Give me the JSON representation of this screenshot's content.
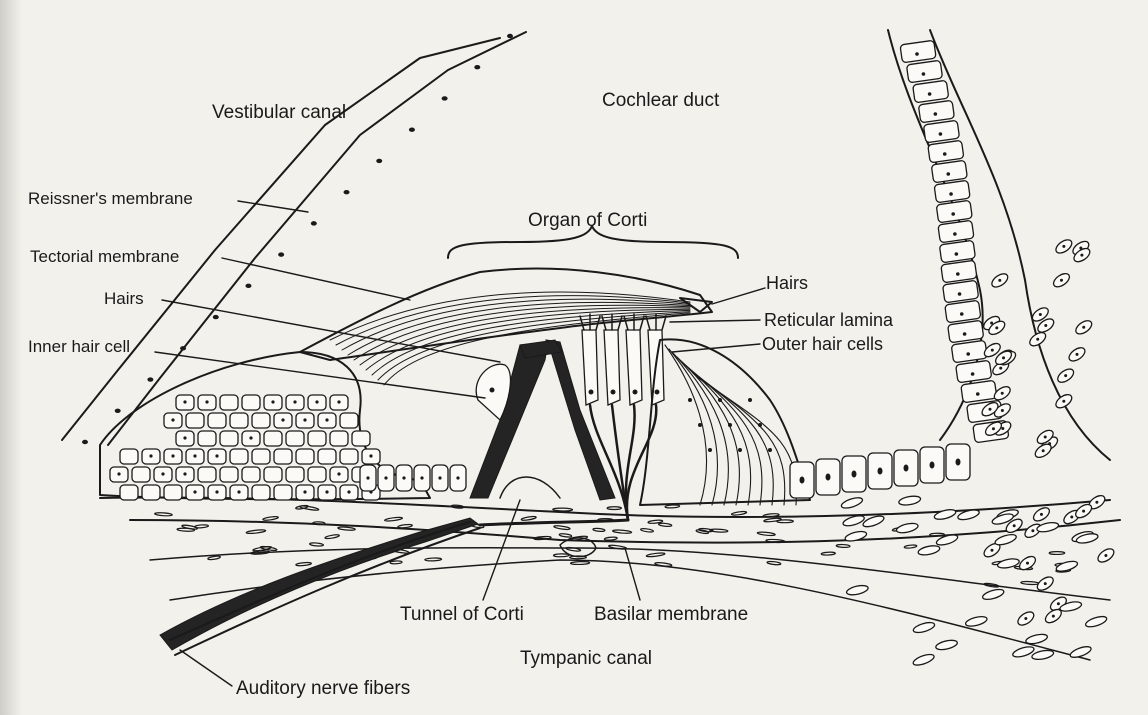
{
  "labels": {
    "vestibular_canal": "Vestibular canal",
    "cochlear_duct": "Cochlear duct",
    "reissners_membrane": "Reissner's membrane",
    "organ_of_corti": "Organ of Corti",
    "tectorial_membrane": "Tectorial membrane",
    "hairs_left": "Hairs",
    "hairs_right": "Hairs",
    "reticular_lamina": "Reticular lamina",
    "outer_hair_cells": "Outer hair cells",
    "inner_hair_cell": "Inner hair cell",
    "tunnel_of_corti": "Tunnel of Corti",
    "basilar_membrane": "Basilar membrane",
    "tympanic_canal": "Tympanic canal",
    "auditory_nerve_fibers": "Auditory nerve fibers"
  },
  "colors": {
    "ink": "#1a1a1a",
    "paper": "#f3f1ec"
  }
}
